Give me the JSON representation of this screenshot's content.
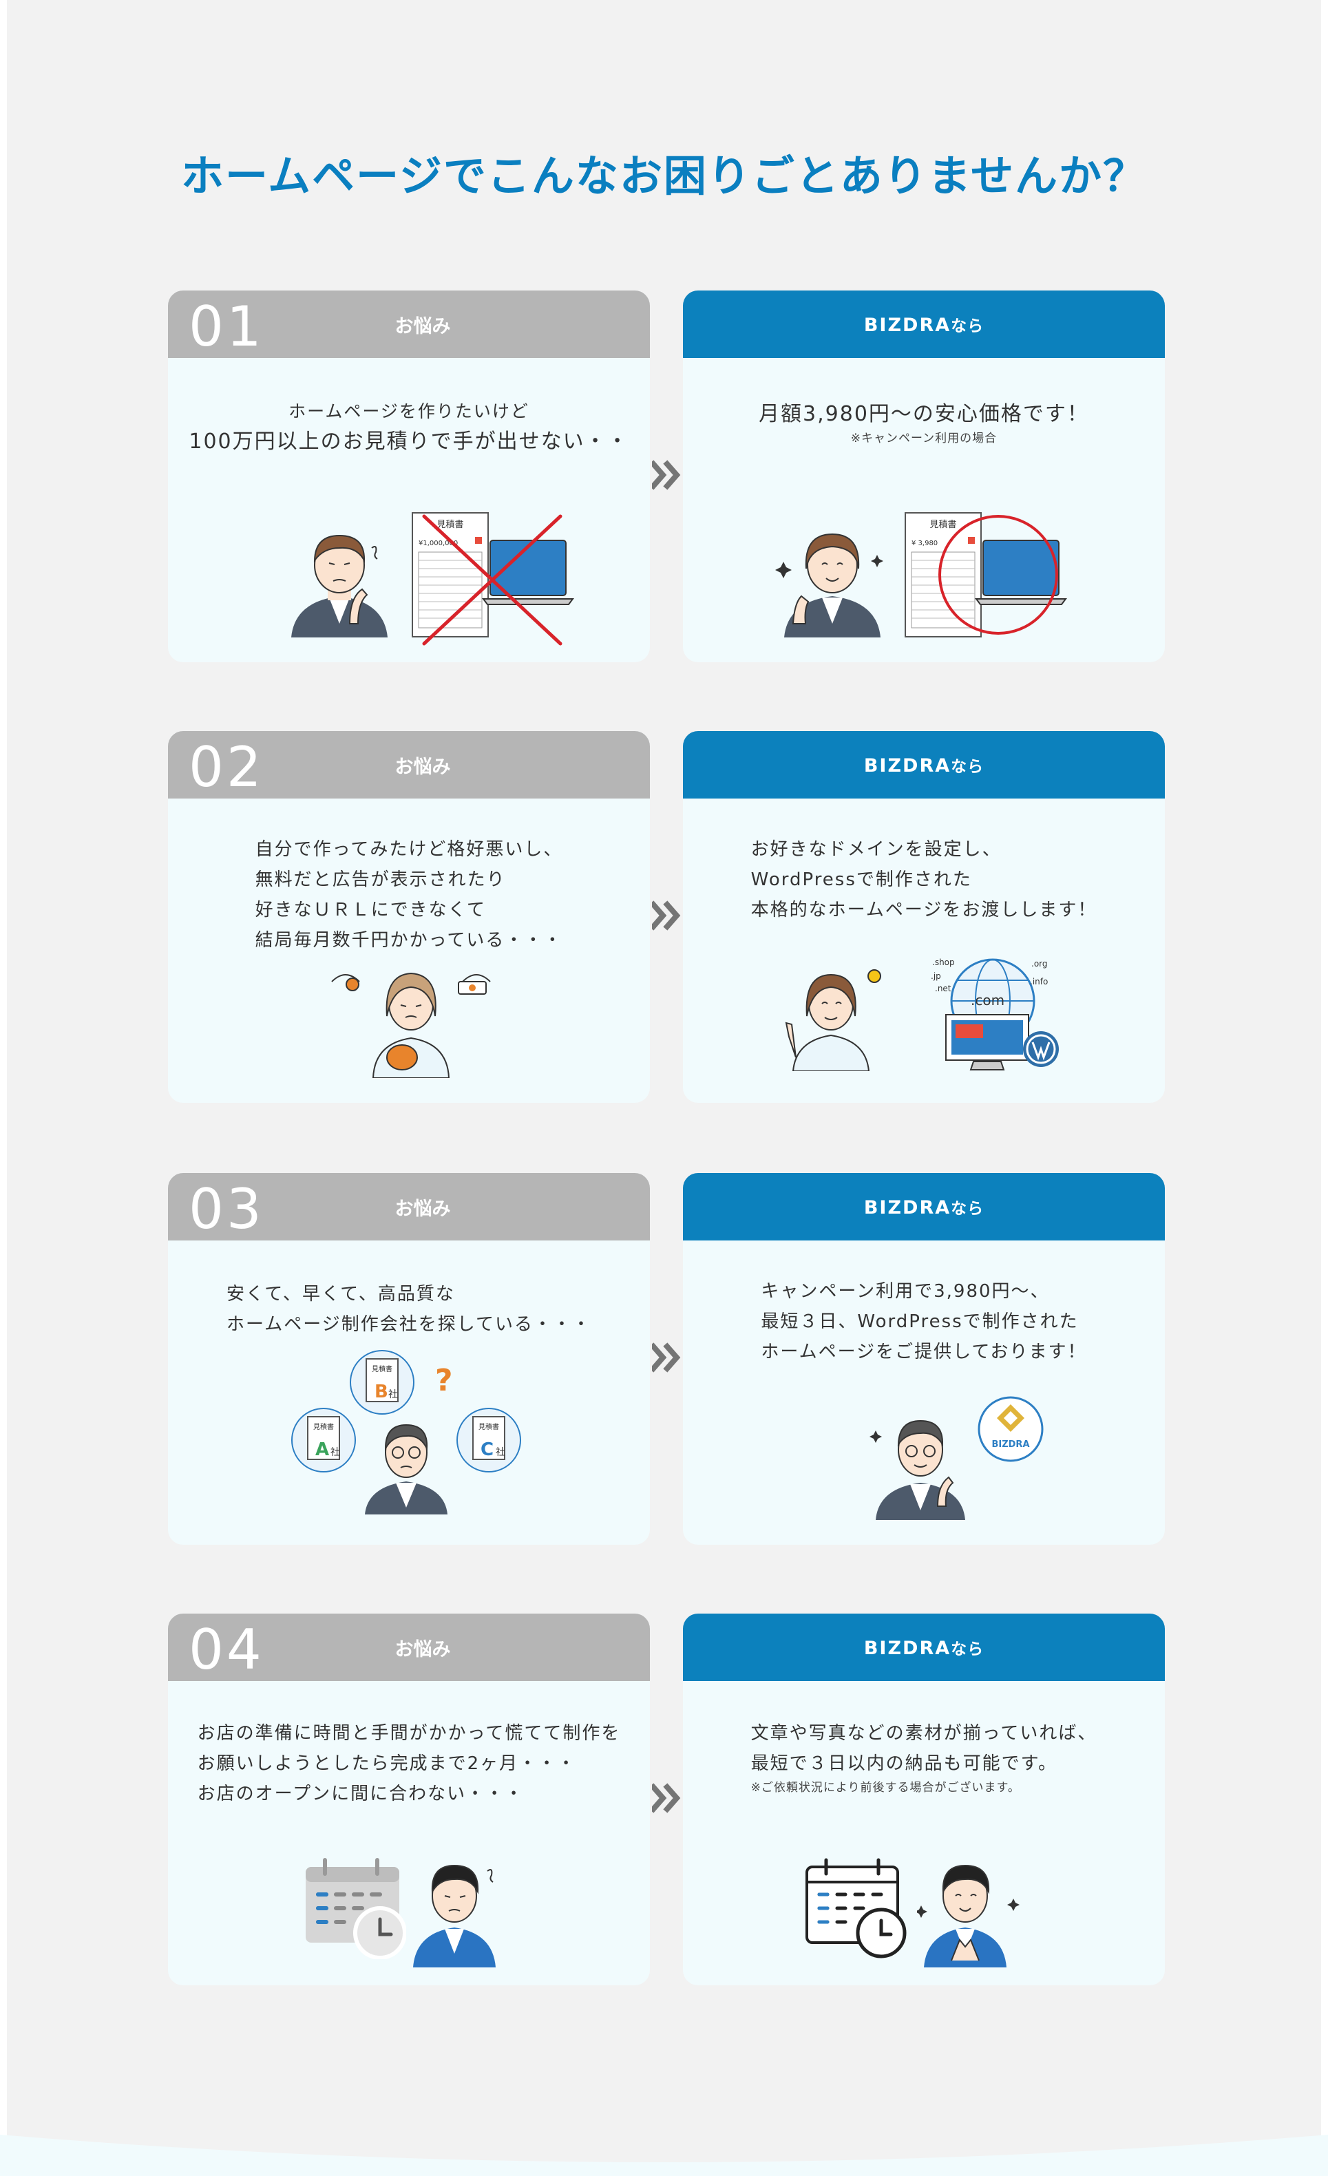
{
  "title": "ホームページでこんなお困りごとありませんか？",
  "colors": {
    "accent": "#0c81bd",
    "problem_head": "#b5b5b5",
    "card_bg": "#f1fbfd",
    "cross_red": "#d8232a"
  },
  "labels": {
    "problem": "お悩み",
    "solution_brand": "BIZDRA",
    "solution_suffix": "なら"
  },
  "rows": [
    {
      "num": "01",
      "problem_lines": [
        "ホームページを作りたいけど",
        "100万円以上のお見積りで手が出せない・・"
      ],
      "solution_lines": [
        "月額3,980円〜の安心価格です！"
      ],
      "solution_note": "※キャンペーン利用の場合",
      "doc_title": "見積書",
      "problem_price": "¥1,000,000",
      "solution_price": "¥ 3,980"
    },
    {
      "num": "02",
      "problem_lines": [
        "自分で作ってみたけど格好悪いし、",
        "無料だと広告が表示されたり",
        "好きなＵＲＬにできなくて",
        "結局毎月数千円かかっている・・・"
      ],
      "solution_lines": [
        "お好きなドメインを設定し、",
        "WordPressで制作された",
        "本格的なホームページをお渡しします！"
      ],
      "domains": [
        ".shop",
        ".jp",
        ".net",
        ".com",
        ".org",
        ".info"
      ]
    },
    {
      "num": "03",
      "problem_lines": [
        "安くて、早くて、高品質な",
        "ホームページ制作会社を探している・・・"
      ],
      "solution_lines": [
        "キャンペーン利用で3,980円〜、",
        "最短３日、WordPressで制作された",
        "ホームページをご提供しております！"
      ],
      "quotes": [
        {
          "doc": "見積書",
          "letter": "A",
          "suffix": "社"
        },
        {
          "doc": "見積書",
          "letter": "B",
          "suffix": "社"
        },
        {
          "doc": "見積書",
          "letter": "C",
          "suffix": "社"
        }
      ],
      "question_mark": "?",
      "logo_text": "BIZDRA"
    },
    {
      "num": "04",
      "problem_lines": [
        "お店の準備に時間と手間がかかって慌てて制作を",
        "お願いしようとしたら完成まで2ヶ月・・・",
        "お店のオープンに間に合わない・・・"
      ],
      "solution_lines": [
        "文章や写真などの素材が揃っていれば、",
        "最短で３日以内の納品も可能です。"
      ],
      "solution_note": "※ご依頼状況により前後する場合がございます。"
    }
  ]
}
